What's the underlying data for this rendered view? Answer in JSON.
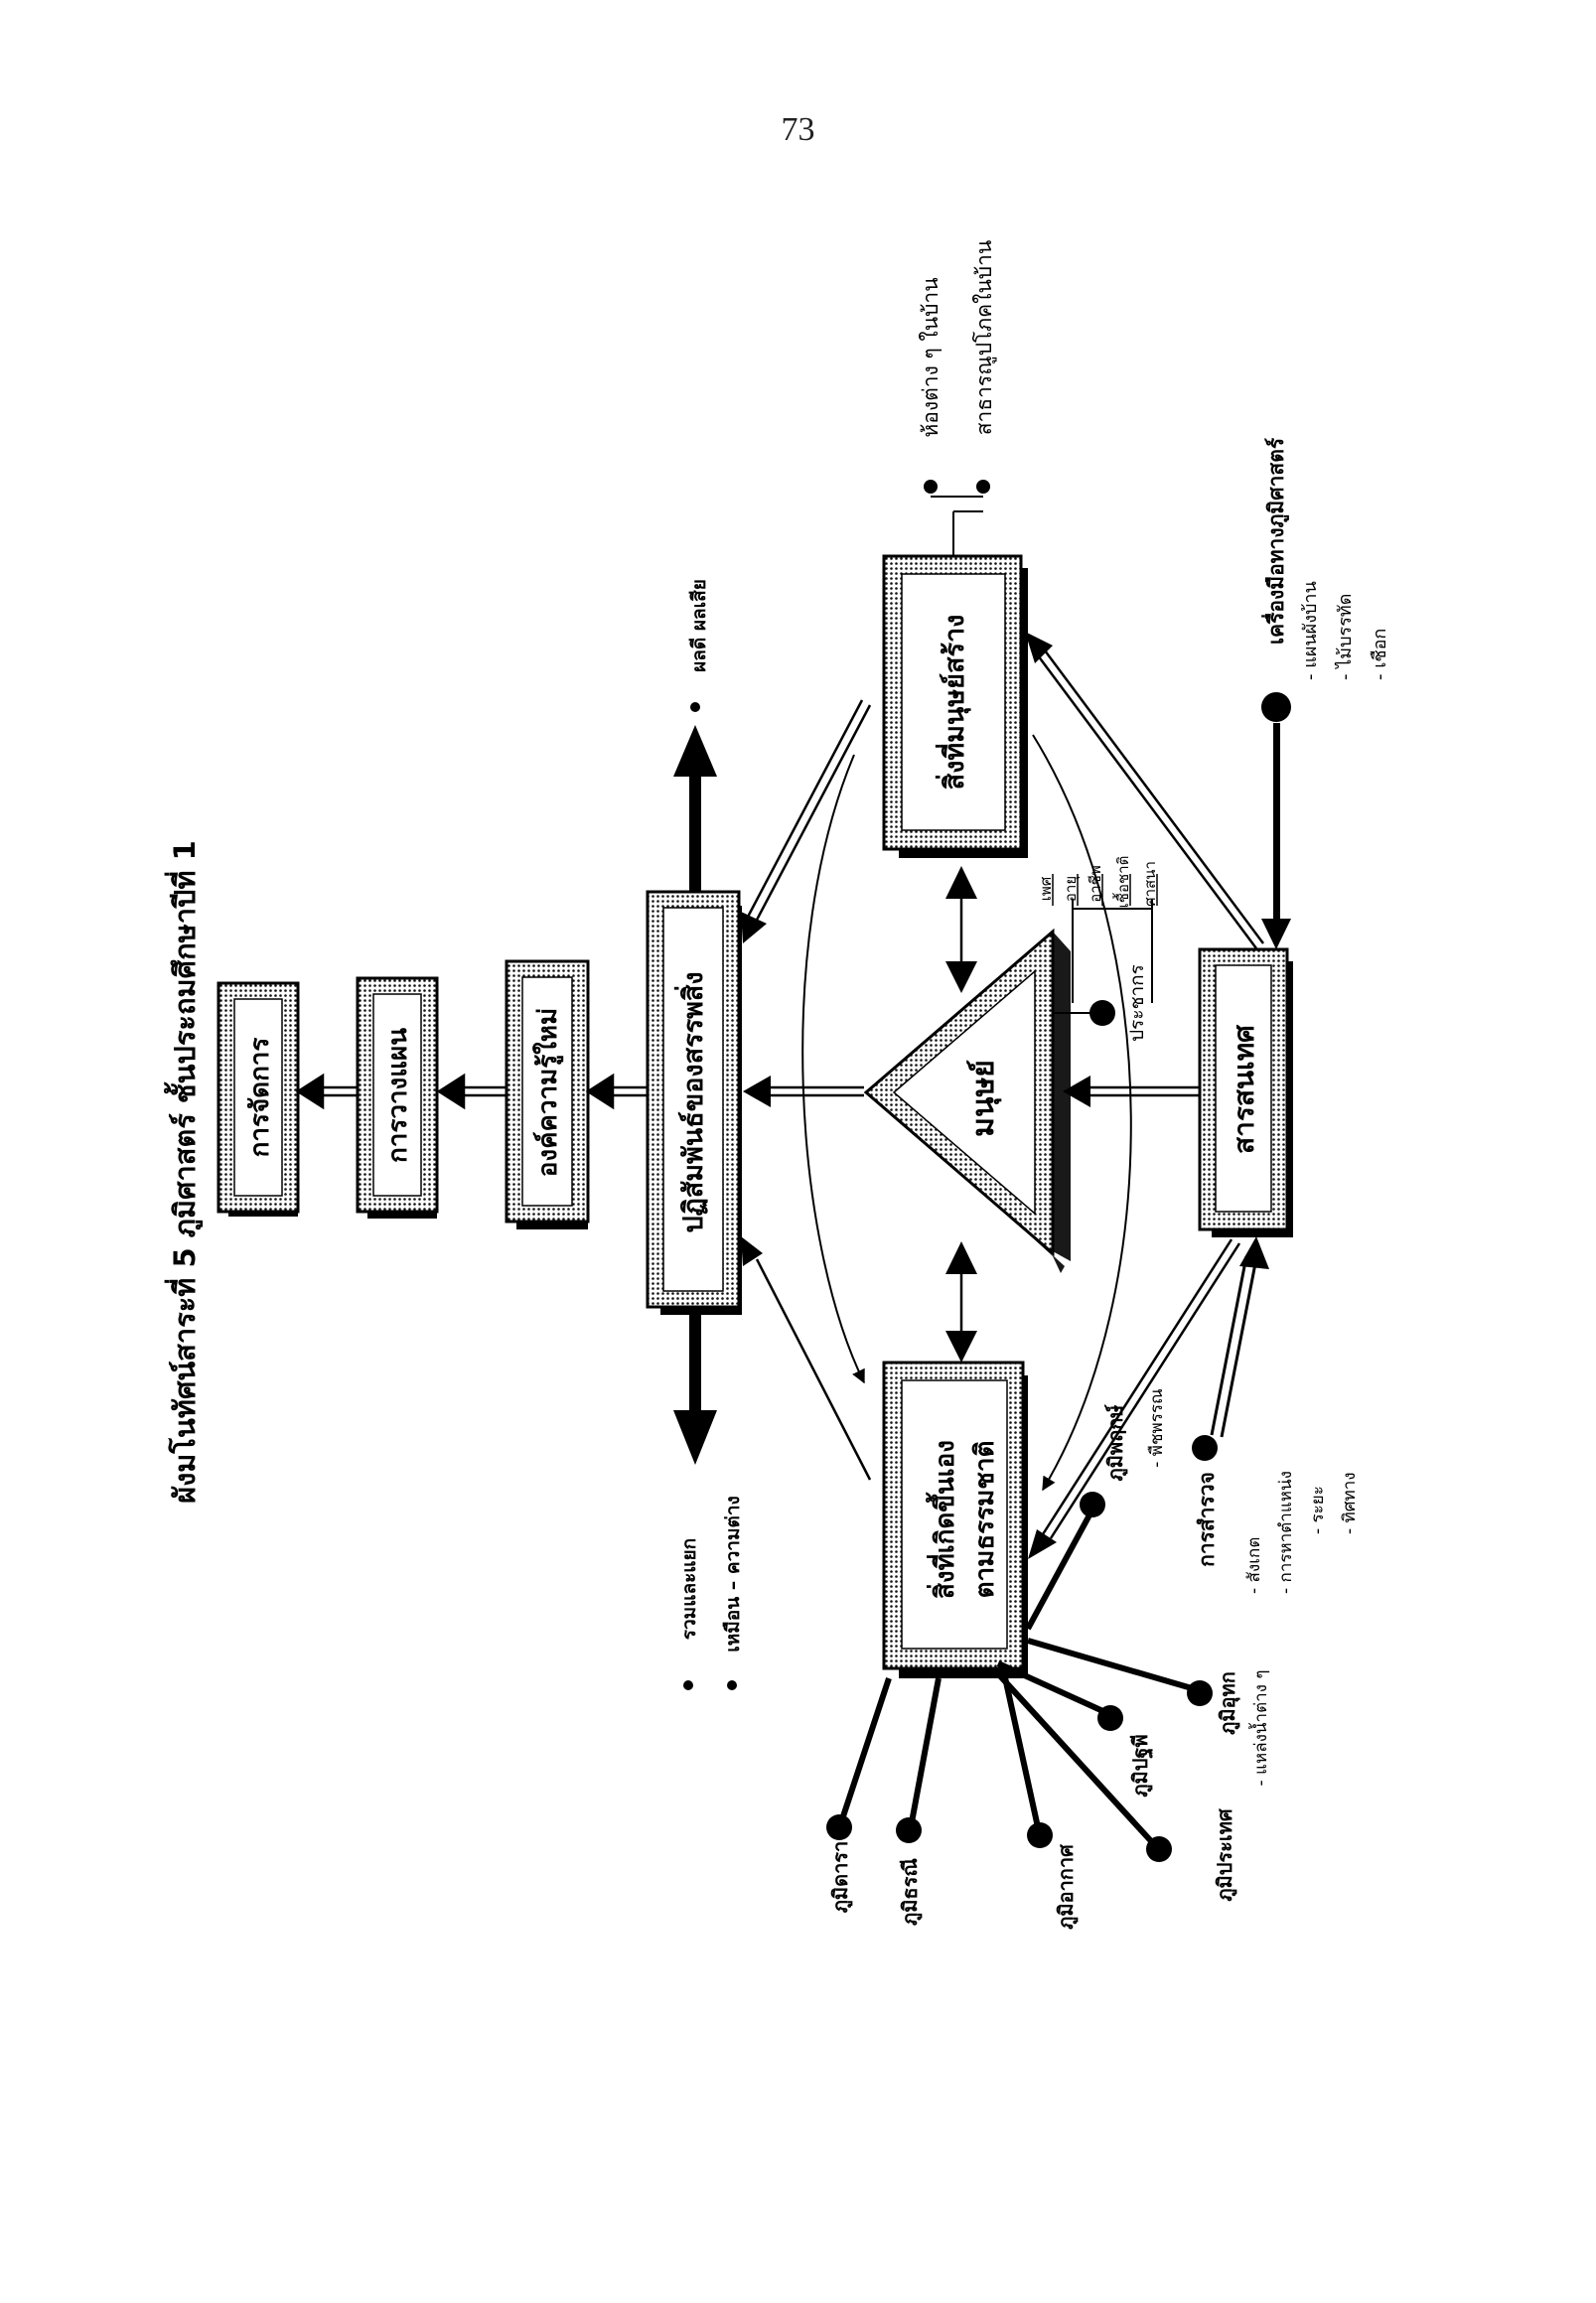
{
  "page": {
    "number": "73"
  },
  "title": "ผังมโนทัศน์สาระที่ 5 ภูมิศาสตร์  ชั้นประถมศึกษาปีที่ 1",
  "chain": {
    "management": "การจัดการ",
    "planning": "การวางแผน",
    "new_knowledge": "องค์ความรู้ใหม่",
    "relationship": "ปฏิสัมพันธ์ของสรรพสิ่ง"
  },
  "relationship_outputs": {
    "effects": "ผลดี ผลเสีย",
    "combine": "รวมและแยก",
    "similar_different": "เหมือน – ความต่าง"
  },
  "core": {
    "human": "มนุษย์",
    "population": "ประชากร",
    "population_attributes": [
      "เพศ",
      "อายุ",
      "อาชีพ",
      "เชื้อชาติ",
      "ศาสนา"
    ],
    "man_made": "สิ่งที่มนุษย์สร้าง",
    "man_made_examples": [
      "ห้องต่าง ๆ ในบ้าน",
      "สาธารณูปโภคในบ้าน"
    ],
    "natural_line1": "สิ่งที่เกิดขึ้นเอง",
    "natural_line2": "ตามธรรมชาติ",
    "information": "สารสนเทศ"
  },
  "geo_tools": {
    "title": "เครื่องมือทางภูมิศาสตร์",
    "items": [
      "- แผนผังบ้าน",
      "- ไม้บรรทัด",
      "- เชือก"
    ]
  },
  "survey": {
    "title": "การสำรวจ",
    "items": [
      "- สังเกต",
      "- การหาตำแหน่ง",
      "- ระยะ",
      "- ทิศทาง"
    ]
  },
  "natural_branches": {
    "vegetation": "ภูมิพฤกษ์",
    "vegetation_sub": "- พืชพรรณ",
    "water": "ภูมิอุทก",
    "water_sub": "- แหล่งน้ำต่าง ๆ",
    "landform": "ภูมิปฐพี",
    "region": "ภูมิประเทศ",
    "climate": "ภูมิอากาศ",
    "earth": "ภูมิธรณี",
    "astro": "ภูมิดารา"
  }
}
